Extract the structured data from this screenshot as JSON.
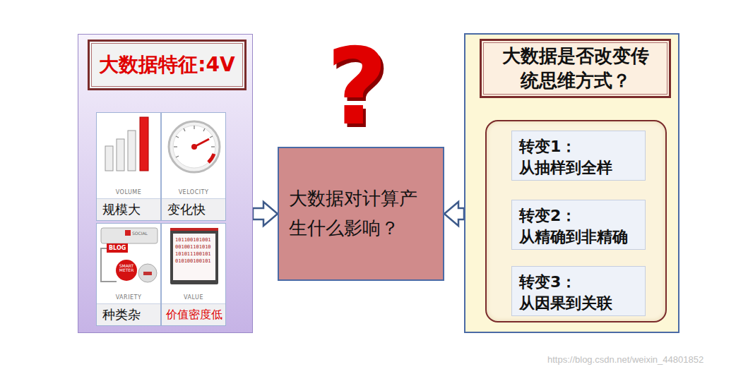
{
  "diagram": {
    "nodes": [
      {
        "text": [
          "大数据特征:4V"
        ]
      },
      {
        "text": [
          "VOLUME",
          "规模大"
        ],
        "in": 0
      },
      {
        "text": [
          "VELOCITY",
          "变化快"
        ],
        "in": 0
      },
      {
        "text": [
          "VARIETY",
          "种类杂"
        ],
        "in": 0
      },
      {
        "text": [
          "VALUE",
          "价值密度低"
        ],
        "in": 0
      },
      {
        "text": [
          "大数据对计算产生什么影响？"
        ]
      },
      {
        "text": [
          "大数据是否改变传统思维方式？"
        ]
      },
      {
        "text": [
          "转变1：",
          "从抽样到全样"
        ],
        "in": 6
      },
      {
        "text": [
          "转变2：",
          "从精确到非精确"
        ],
        "in": 6
      },
      {
        "text": [
          "转变3：",
          "从因果到关联"
        ],
        "in": 6
      }
    ],
    "edges": [
      {
        "from": 0,
        "to": 5,
        "arrow": "to"
      },
      {
        "from": 6,
        "to": 5,
        "arrow": "to"
      }
    ],
    "labels": [
      "?",
      "SOCIAL",
      "BLOG",
      "SMART METER",
      "101100101001 001001101010 101011100101 010100100101",
      "https://blog.csdn.net/weixin_44801852"
    ]
  }
}
